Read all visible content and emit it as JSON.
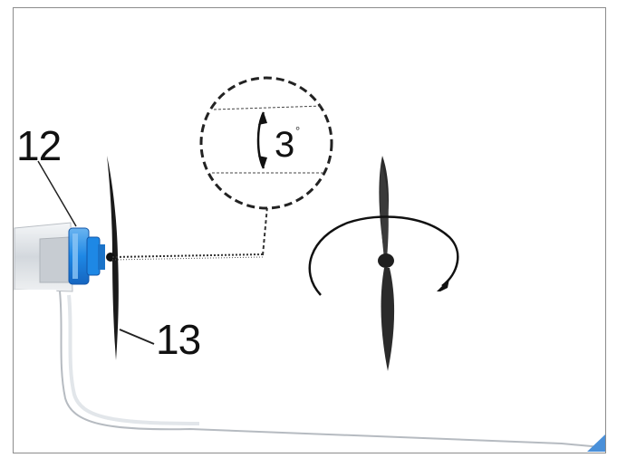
{
  "figure": {
    "callout_12": "12",
    "callout_13": "13",
    "angle_value": "3",
    "angle_unit": "°"
  },
  "colors": {
    "frame_border": "#8c8c8c",
    "hub_blue": "#1e88e5",
    "hub_light_blue": "#6ab4f0",
    "body_gray": "#d9dde1",
    "propeller_dark": "#2b2b2b",
    "corner_blue": "#4a90d9"
  },
  "icons": {
    "rotation": "rotation-arrow-icon",
    "angle_arrows": "double-arrow-icon"
  }
}
